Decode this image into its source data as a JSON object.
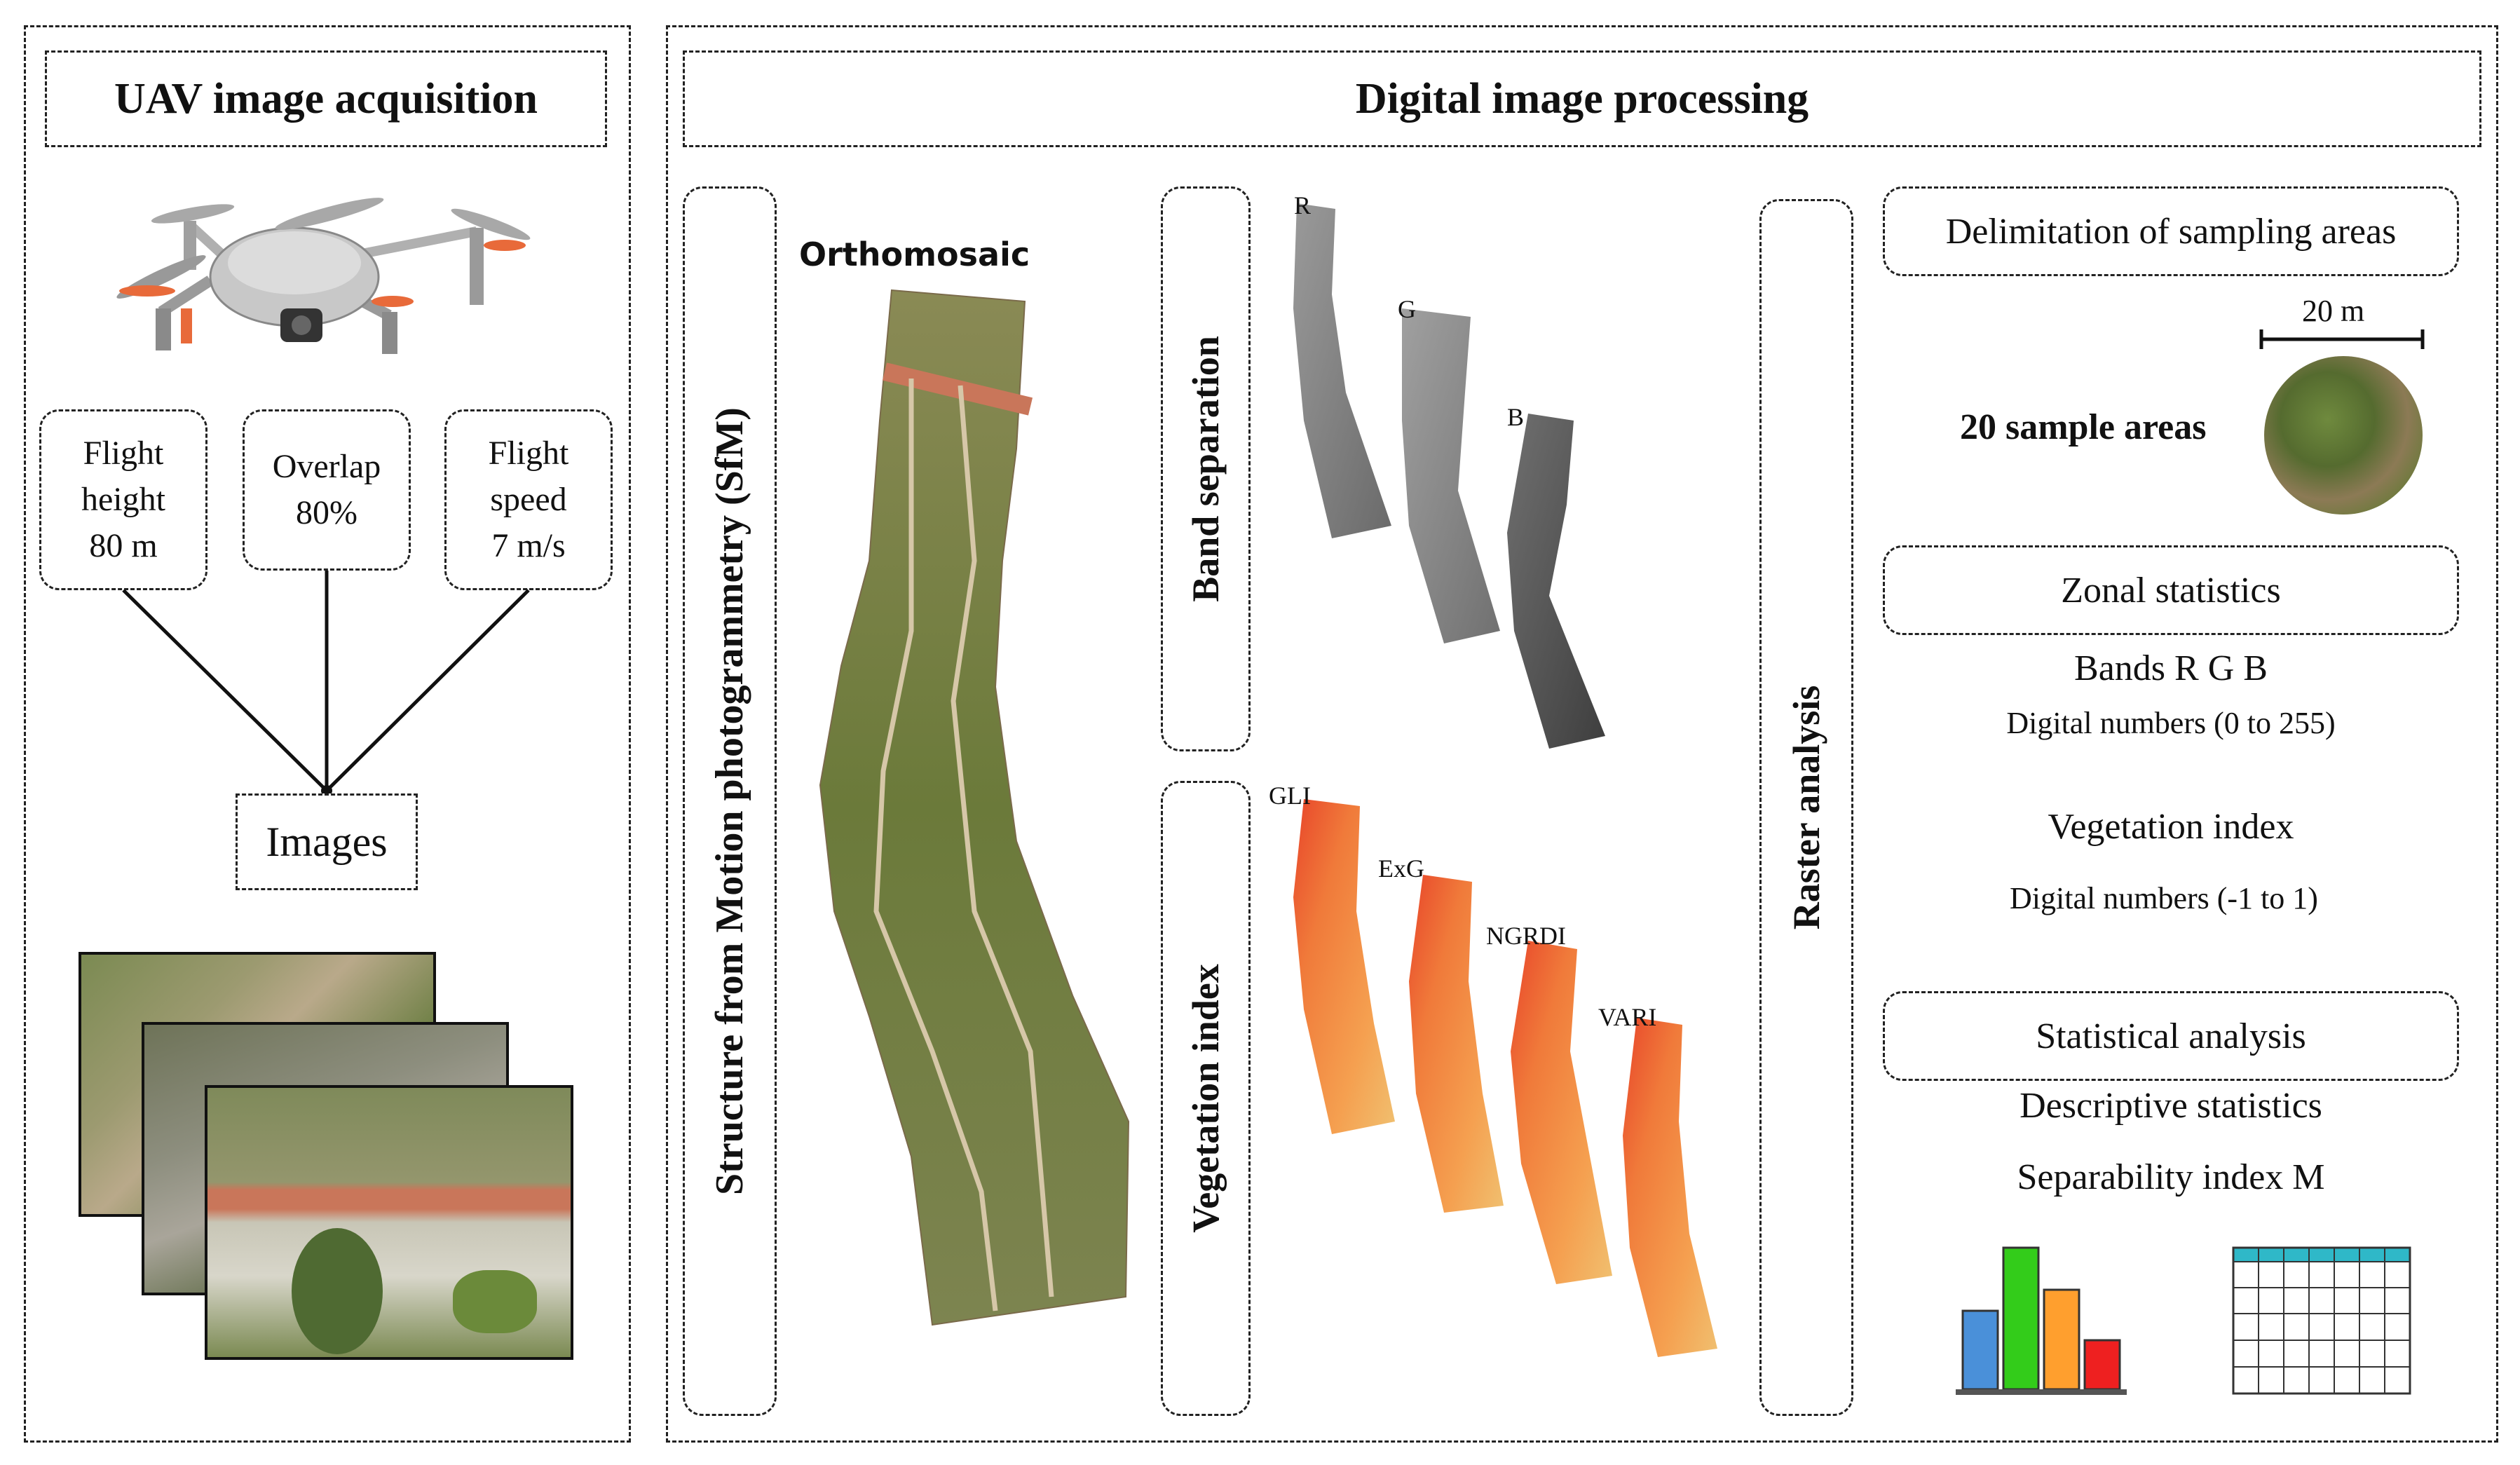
{
  "left_panel": {
    "title": "UAV image acquisition",
    "params": [
      {
        "line1": "Flight",
        "line2": "height",
        "line3": "80 m"
      },
      {
        "line1": "Overlap",
        "line2": "80%"
      },
      {
        "line1": "Flight",
        "line2": "speed",
        "line3": "7 m/s"
      }
    ],
    "images_label": "Images"
  },
  "right_panel": {
    "title": "Digital image processing",
    "sfm_label": "Structure from Motion photogrammetry (SfM)",
    "orthomosaic_label": "Orthomosaic",
    "band_separation_label": "Band separation",
    "band_labels": [
      "R",
      "G",
      "B"
    ],
    "vegetation_index_label": "Vegetation index",
    "index_labels": [
      "GLI",
      "ExG",
      "NGRDI",
      "VARI"
    ],
    "raster_label": "Raster analysis",
    "steps": {
      "delimitation": "Delimitation of sampling areas",
      "scale": "20 m",
      "sample_areas": "20 sample areas",
      "zonal": "Zonal statistics",
      "bands": "Bands R G B",
      "bands_range": "Digital numbers (0 to 255)",
      "veg_index": "Vegetation index",
      "veg_range": "Digital numbers (-1 to 1)",
      "statistical": "Statistical analysis",
      "descriptive": "Descriptive statistics",
      "separability": "Separability index M"
    }
  },
  "colors": {
    "bar_blue": "#4a90d9",
    "bar_green": "#33cc1a",
    "bar_orange": "#ff9f2e",
    "bar_red": "#ee2020",
    "table_header": "#2fb8c8",
    "vegetation": "#6b7a3a",
    "road": "#c9765a",
    "index_orange": "#f07a3a"
  }
}
